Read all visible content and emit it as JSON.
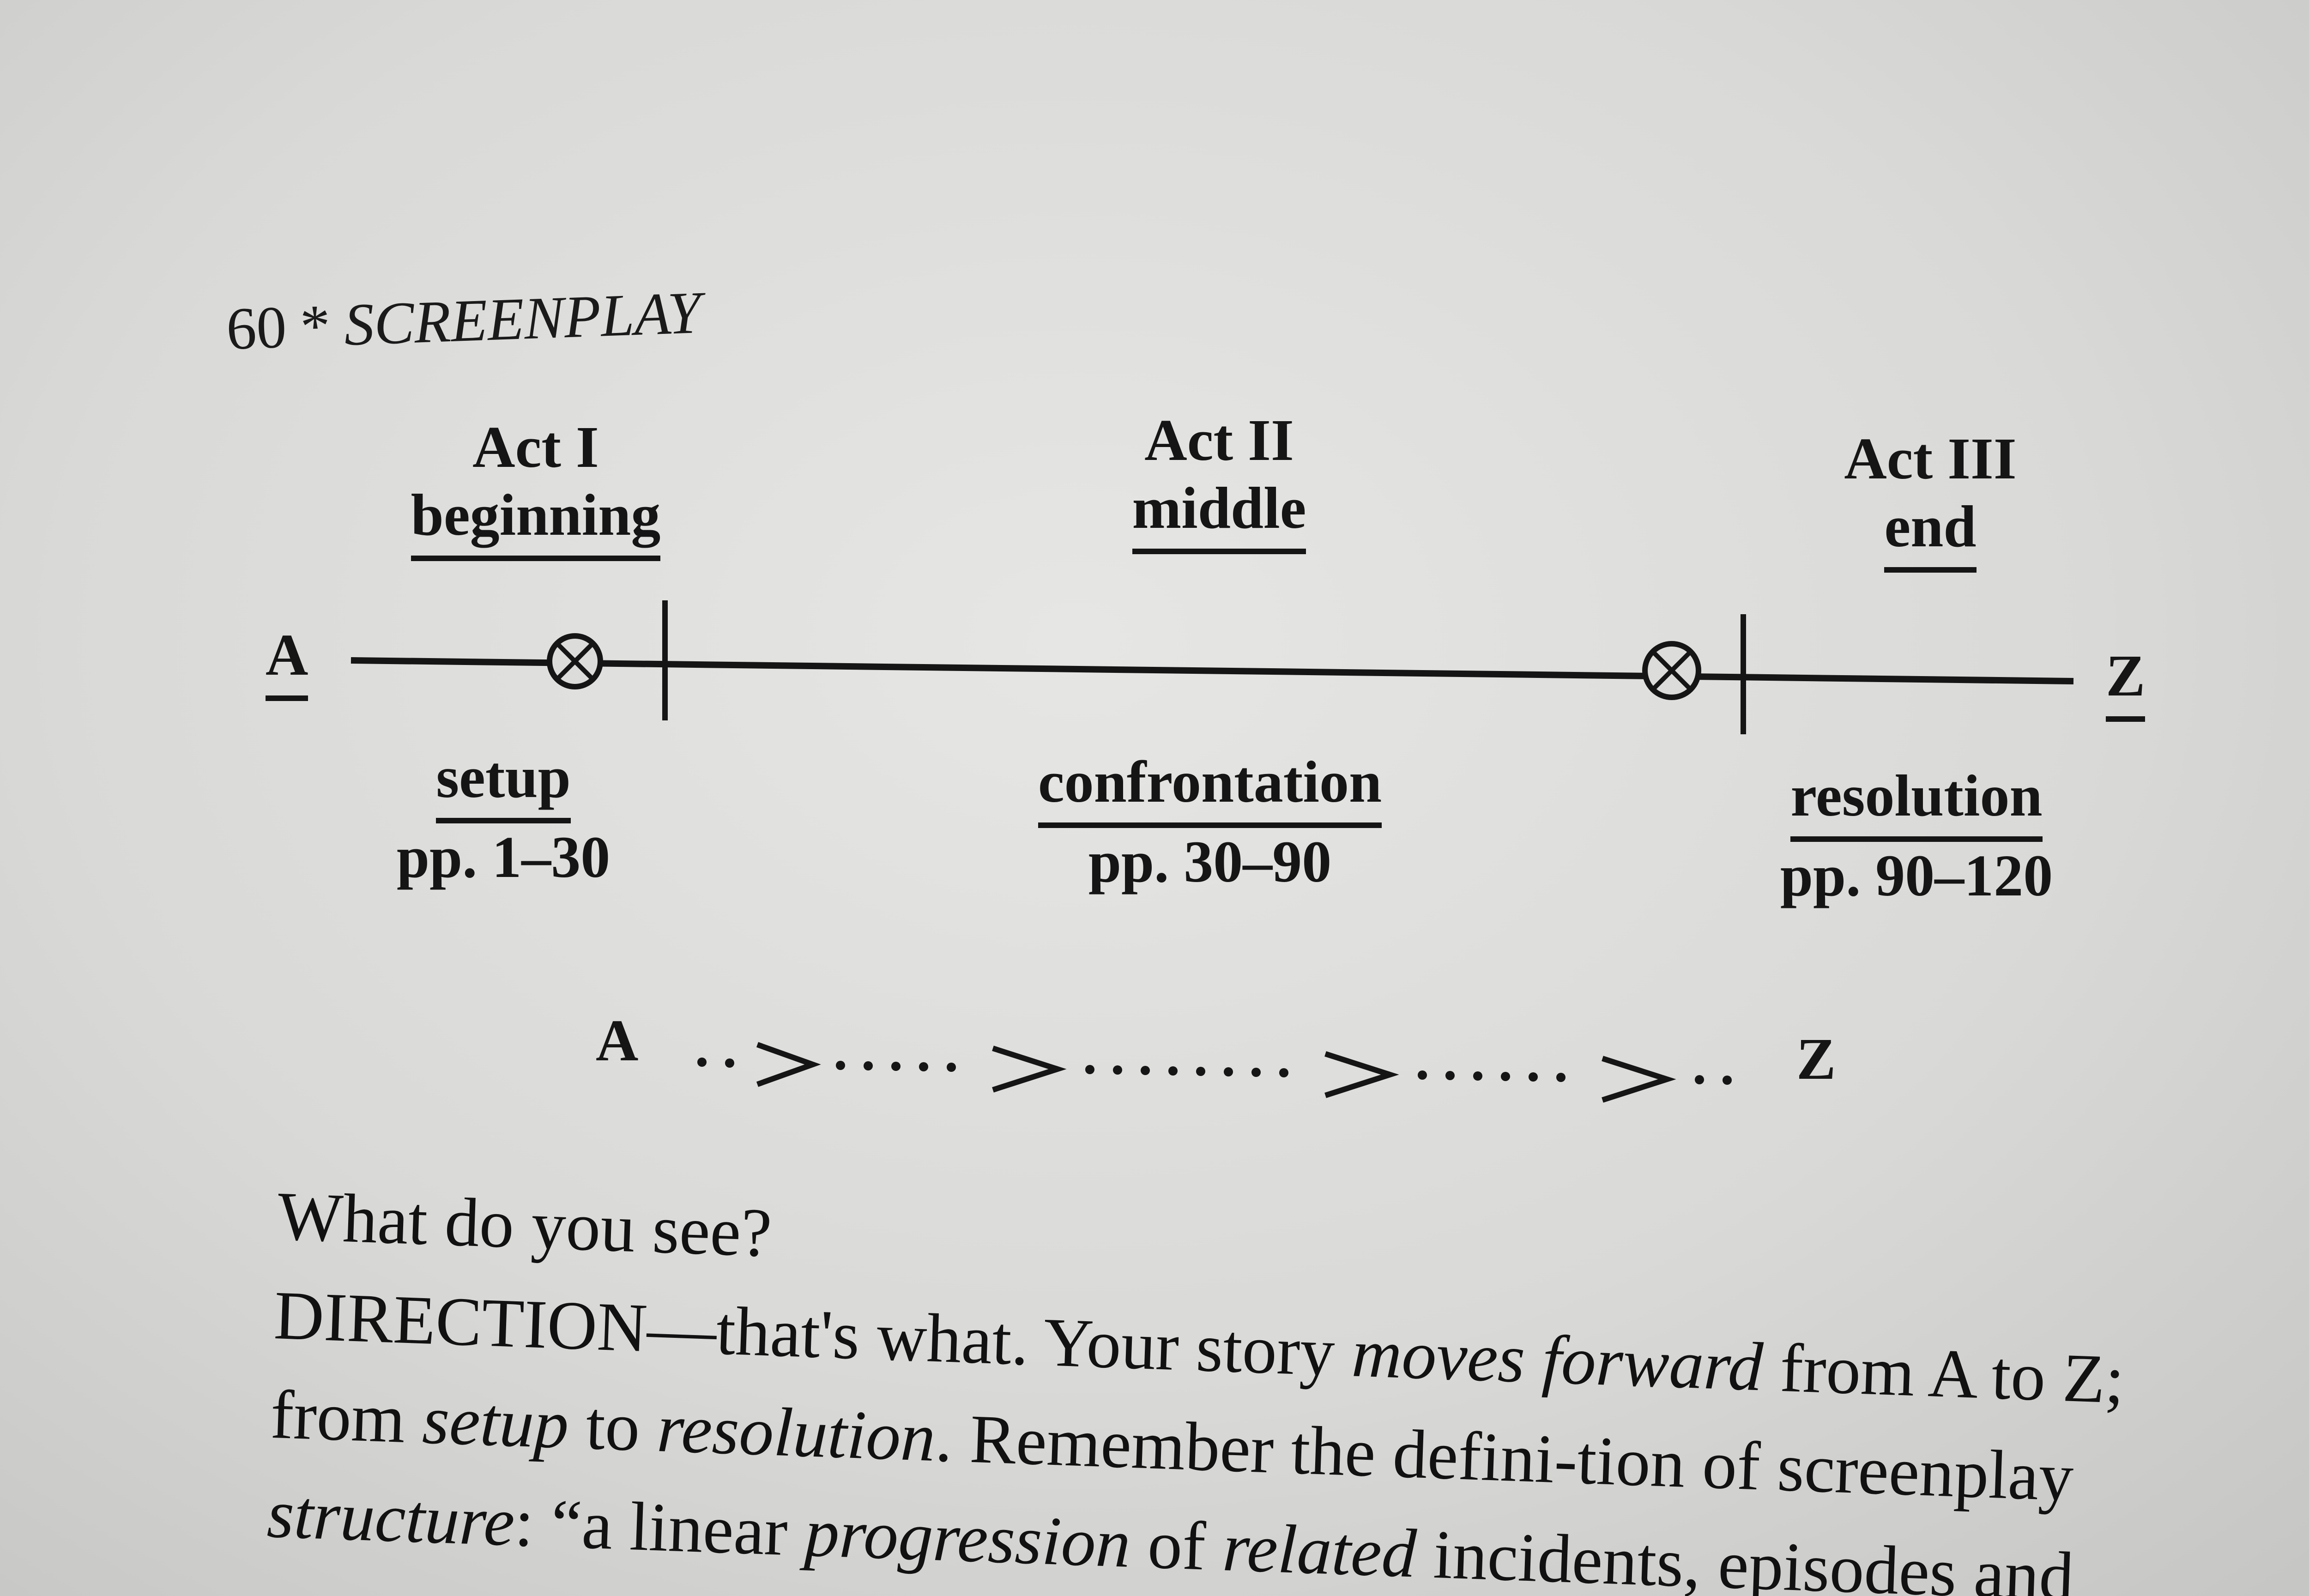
{
  "running_head": {
    "page_number": "60",
    "separator": "*",
    "book_title": "SCREENPLAY"
  },
  "diagram": {
    "acts": [
      {
        "title": "Act I",
        "subtitle": "beginning",
        "function": "setup",
        "pages": "pp. 1–30"
      },
      {
        "title": "Act II",
        "subtitle": "middle",
        "function": "confrontation",
        "pages": "pp. 30–90"
      },
      {
        "title": "Act III",
        "subtitle": "end",
        "function": "resolution",
        "pages": "pp. 90–120"
      }
    ],
    "start_label": "A",
    "end_label": "Z",
    "direction_start": "A",
    "direction_end": "Z"
  },
  "body": {
    "question": "What do you see?",
    "p1_a": "DIRECTION—that's what. Your story ",
    "p1_b": "moves forward",
    "p1_c": " from A to Z; from ",
    "p1_d": "setup",
    "p1_e": " to ",
    "p1_f": "resolution",
    "p1_g": ". Remember the defini-tion of screenplay ",
    "p1_h": "structure",
    "p1_i": ": “a linear ",
    "p1_j": "progression",
    "p1_k": " of ",
    "p1_l": "related",
    "p1_m": "incidents, episodes and"
  }
}
